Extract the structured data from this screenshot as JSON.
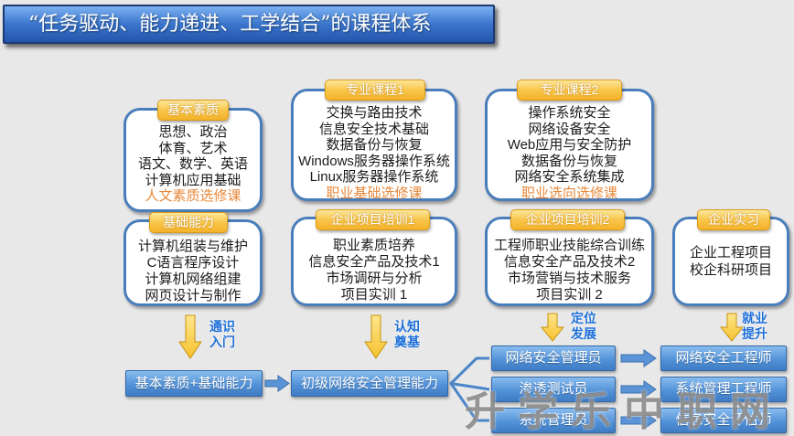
{
  "title": "“任务驱动、能力递进、工学结合”的课程体系",
  "colors": {
    "background": "#e8e8e8",
    "title_fill": "#3a76cc",
    "box_border": "#4a7ebb",
    "tag_fill": "#f4b22a",
    "elective_text": "#e8883a",
    "stage_arrow": "#f5c22e",
    "stage_text": "#1d6fd8",
    "flow_box": "#4f8fd6",
    "connector": "#4a86c8"
  },
  "icons": {
    "stage_arrow": "down-arrow-icon",
    "flow_arrow": "right-arrow-icon"
  },
  "modules": {
    "basic_quality": {
      "tag": "基本素质",
      "items": [
        "思想、政治",
        "体育、艺术",
        "语文、数学、英语",
        "计算机应用基础"
      ],
      "elective": "人文素质选修课"
    },
    "basic_ability": {
      "tag": "基础能力",
      "items": [
        "计算机组装与维护",
        "C语言程序设计",
        "计算机网络组建",
        "网页设计与制作"
      ]
    },
    "major_course_1": {
      "tag": "专业课程1",
      "items": [
        "交换与路由技术",
        "信息安全技术基础",
        "数据备份与恢复",
        "Windows服务器操作系统",
        "Linux服务器操作系统"
      ],
      "elective": "职业基础选修课"
    },
    "enterprise_training_1": {
      "tag": "企业项目培训1",
      "items": [
        "职业素质培养",
        "信息安全产品及技术1",
        "市场调研与分析",
        "项目实训 1"
      ]
    },
    "major_course_2": {
      "tag": "专业课程2",
      "items": [
        "操作系统安全",
        "网络设备安全",
        "Web应用与安全防护",
        "数据备份与恢复",
        "网络安全系统集成"
      ],
      "elective": "职业选向选修课"
    },
    "enterprise_training_2": {
      "tag": "企业项目培训2",
      "items": [
        "工程师职业技能综合训练",
        "信息安全产品及技术2",
        "市场营销与技术服务",
        "项目实训 2"
      ]
    },
    "internship": {
      "tag": "企业实习",
      "items": [
        "企业工程项目",
        "校企科研项目"
      ]
    }
  },
  "stages": {
    "general": [
      "通识",
      "入门"
    ],
    "cognition": [
      "认知",
      "奠基"
    ],
    "positioning": [
      "定位",
      "发展"
    ],
    "employment": [
      "就业",
      "提升"
    ]
  },
  "flow": {
    "foundation": "基本素质+基础能力",
    "junior": "初级网络安全管理能力",
    "roles": [
      "网络安全管理员",
      "渗透测试员",
      "系统管理员"
    ],
    "advanced_roles": [
      "网络安全工程师",
      "系统管理工程师",
      "信息安全评估师"
    ]
  },
  "watermark": "升学乐中职网"
}
